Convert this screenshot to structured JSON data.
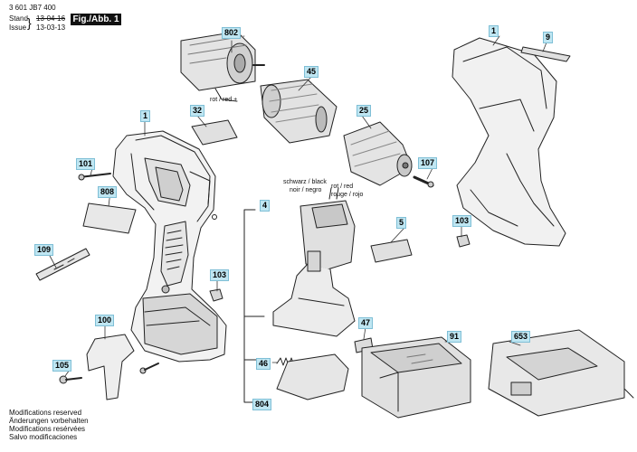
{
  "header": {
    "part_number": "3 601 JB7 400",
    "stand_label": "Stand",
    "issue_label": "Issue",
    "stand_date": "13-04-16",
    "issue_date": "13-03-13",
    "figure_label": "Fig./Abb. 1"
  },
  "callouts": {
    "c1_left": "1",
    "c1_right": "1",
    "c9": "9",
    "c802": "802",
    "c45": "45",
    "c32": "32",
    "c25": "25",
    "c101": "101",
    "c107": "107",
    "c808": "808",
    "c4": "4",
    "c5": "5",
    "c103_left": "103",
    "c103_right": "103",
    "c109": "109",
    "c100": "100",
    "c47": "47",
    "c91": "91",
    "c653": "653",
    "c105": "105",
    "c46": "46",
    "c804": "804"
  },
  "wire_labels": {
    "motor_wire": "rot / red +",
    "black_1": "schwarz / black",
    "black_2": "noir / negro",
    "red_1": "rot / red",
    "red_2": "rouge / rojo"
  },
  "footer": {
    "line1": "Modifications reserved",
    "line2": "Änderungen vorbehalten",
    "line3": "Modifications resérvées",
    "line4": "Salvo modificaciones"
  },
  "colors": {
    "callout_fill": "#bfe6f2",
    "line": "#111111"
  }
}
